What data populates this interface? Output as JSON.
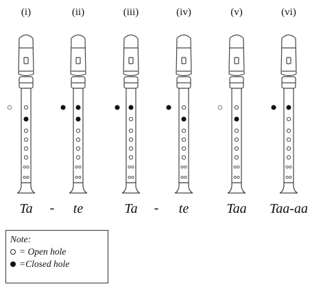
{
  "diagrams": [
    {
      "label": "(i)",
      "thumb": "open",
      "holes": [
        0,
        1,
        0,
        0,
        0,
        0,
        0,
        0
      ],
      "syllable": "Ta"
    },
    {
      "label": "(ii)",
      "thumb": "closed",
      "holes": [
        1,
        1,
        0,
        0,
        0,
        0,
        0,
        0
      ],
      "syllable": "te"
    },
    {
      "label": "(iii)",
      "thumb": "closed",
      "holes": [
        1,
        0,
        0,
        0,
        0,
        0,
        0,
        0
      ],
      "syllable": "Ta"
    },
    {
      "label": "(iv)",
      "thumb": "closed",
      "holes": [
        0,
        1,
        0,
        0,
        0,
        0,
        0,
        0
      ],
      "syllable": "te"
    },
    {
      "label": "(v)",
      "thumb": "open",
      "holes": [
        0,
        1,
        0,
        0,
        0,
        0,
        0,
        0
      ],
      "syllable": "Taa"
    },
    {
      "label": "(vi)",
      "thumb": "closed",
      "holes": [
        1,
        0,
        0,
        0,
        0,
        0,
        0,
        0
      ],
      "syllable": "Taa-aa"
    }
  ],
  "separators": [
    "-",
    "-"
  ],
  "note": {
    "title": "Note:",
    "open_symbol": "open-hole-icon",
    "open_text": "= Open hole",
    "closed_symbol": "closed-hole-icon",
    "closed_text": "=Closed hole"
  },
  "colors": {
    "ink": "#111111",
    "outline": "#444444",
    "thumb_open": "#888888"
  }
}
